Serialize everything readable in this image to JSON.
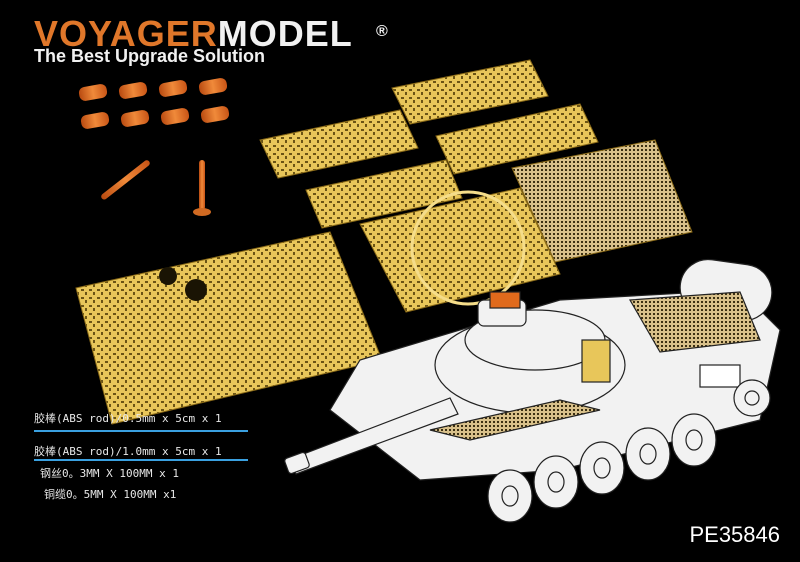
{
  "brand": {
    "part1": "VOYAGER",
    "part2": "MODEL",
    "registered": "®",
    "tagline": "The Best Upgrade Solution",
    "accent_color": "#e0772a"
  },
  "product_code": "PE35846",
  "materials": [
    "胶棒(ABS rod)/0.5mm x 5cm x 1",
    "胶棒(ABS rod)/1.0mm x 5cm x 1",
    "钢丝0。3MM X 100MM x 1",
    "铜缆0。5MM  X 100MM  x1"
  ],
  "colors": {
    "background": "#000000",
    "brass": "#e8c65a",
    "resin": "#e06a1c",
    "line": "#3aa0e0"
  }
}
